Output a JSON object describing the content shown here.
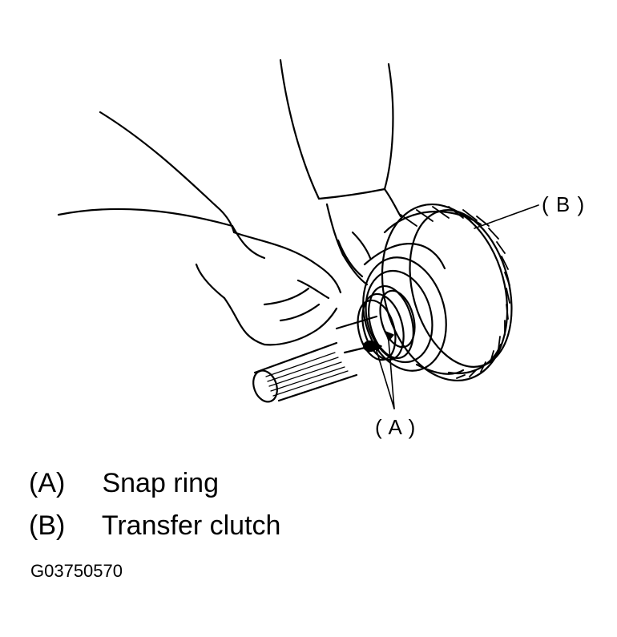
{
  "callouts": {
    "b": "( B )",
    "a": "( A )"
  },
  "legend": [
    {
      "key": "(A)",
      "text": "Snap ring"
    },
    {
      "key": "(B)",
      "text": "Transfer clutch"
    }
  ],
  "figure_id": "G03750570"
}
